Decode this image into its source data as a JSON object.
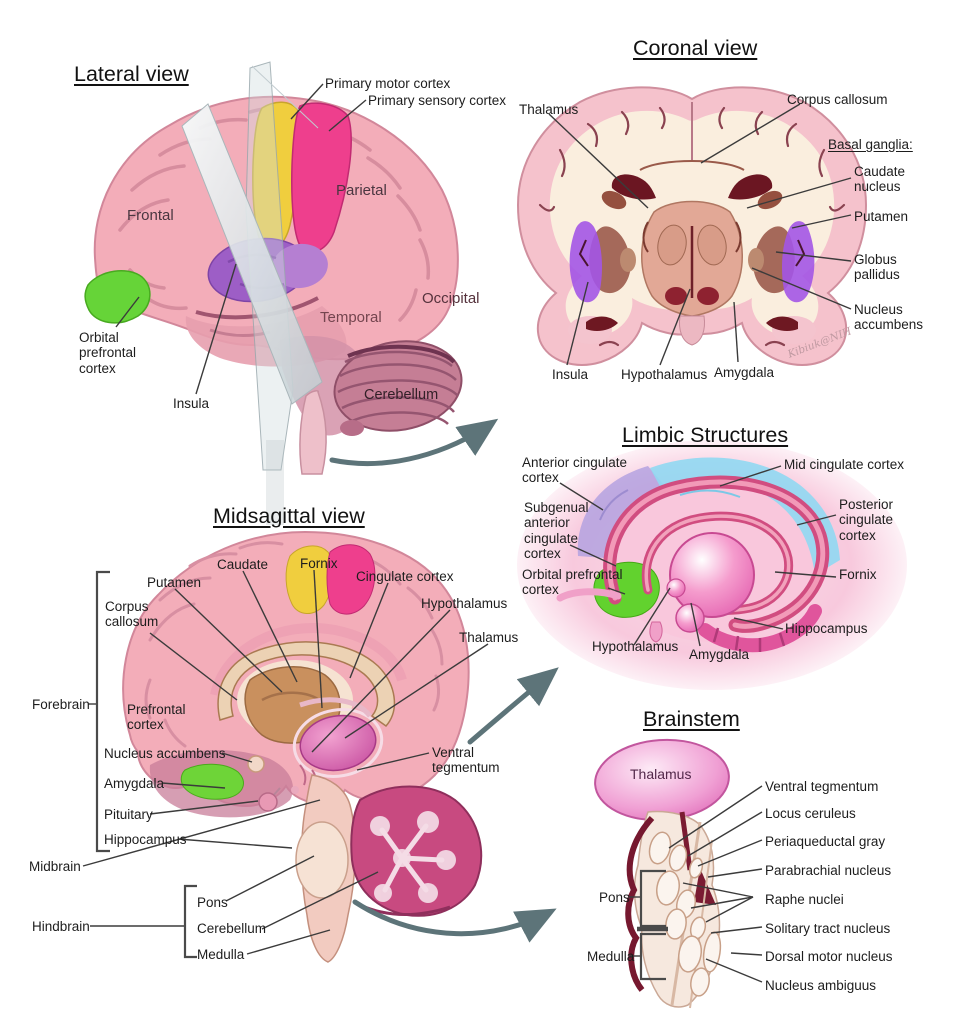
{
  "figure": {
    "type": "brain-anatomy-diagram"
  },
  "colors": {
    "brain_pink": "#f3adb9",
    "highlight_yellow": "#f0ce3e",
    "highlight_magenta": "#ee3f8d",
    "highlight_purple": "#9d5ec6",
    "highlight_green": "#66d438",
    "highlight_blue": "#90d8f2",
    "highlight_lavender": "#b4a2e0",
    "arrow_gray": "#5d7479"
  },
  "sections": {
    "lateral": {
      "title": "Lateral view",
      "labels": {
        "primary_motor": "Primary motor cortex",
        "primary_sensory": "Primary sensory cortex",
        "parietal": "Parietal",
        "frontal": "Frontal",
        "occipital": "Occipital",
        "temporal": "Temporal",
        "orbital_prefrontal": "Orbital prefrontal cortex",
        "insula": "Insula",
        "cerebellum": "Cerebellum"
      }
    },
    "coronal": {
      "title": "Coronal view",
      "labels": {
        "thalamus": "Thalamus",
        "corpus_callosum": "Corpus callosum",
        "basal_ganglia": "Basal ganglia:",
        "caudate_nucleus": "Caudate nucleus",
        "putamen": "Putamen",
        "globus_pallidus": "Globus pallidus",
        "nucleus_accumbens": "Nucleus accumbens",
        "insula": "Insula",
        "hypothalamus": "Hypothalamus",
        "amygdala": "Amygdala"
      },
      "signature": "Kibiuk@NIH"
    },
    "limbic": {
      "title": "Limbic Structures",
      "labels": {
        "anterior_cingulate": "Anterior cingulate cortex",
        "mid_cingulate": "Mid cingulate cortex",
        "subgenual_acc": "Subgenual anterior cingulate cortex",
        "posterior_cingulate": "Posterior cingulate cortex",
        "orbital_prefrontal": "Orbital prefrontal cortex",
        "fornix": "Fornix",
        "hypothalamus": "Hypothalamus",
        "amygdala": "Amygdala",
        "hippocampus": "Hippocampus"
      }
    },
    "midsagittal": {
      "title": "Midsagittal view",
      "labels": {
        "putamen": "Putamen",
        "caudate": "Caudate",
        "fornix": "Fornix",
        "cingulate_cortex": "Cingulate cortex",
        "hypothalamus": "Hypothalamus",
        "thalamus": "Thalamus",
        "ventral_tegmentum": "Ventral tegmentum",
        "corpus_callosum": "Corpus callosum",
        "forebrain": "Forebrain",
        "prefrontal_cortex": "Prefrontal cortex",
        "nucleus_accumbens": "Nucleus accumbens",
        "amygdala": "Amygdala",
        "pituitary": "Pituitary",
        "hippocampus": "Hippocampus",
        "midbrain": "Midbrain",
        "pons": "Pons",
        "hindbrain": "Hindbrain",
        "cerebellum": "Cerebellum",
        "medulla": "Medulla"
      }
    },
    "brainstem": {
      "title": "Brainstem",
      "labels": {
        "thalamus": "Thalamus",
        "ventral_tegmentum": "Ventral tegmentum",
        "locus_ceruleus": "Locus ceruleus",
        "periaqueductal_gray": "Periaqueductal gray",
        "parabrachial_nucleus": "Parabrachial nucleus",
        "raphe_nuclei": "Raphe nuclei",
        "solitary_tract_nucleus": "Solitary tract nucleus",
        "dorsal_motor_nucleus": "Dorsal motor nucleus",
        "nucleus_ambiguus": "Nucleus ambiguus",
        "pons": "Pons",
        "medulla": "Medulla"
      }
    }
  }
}
